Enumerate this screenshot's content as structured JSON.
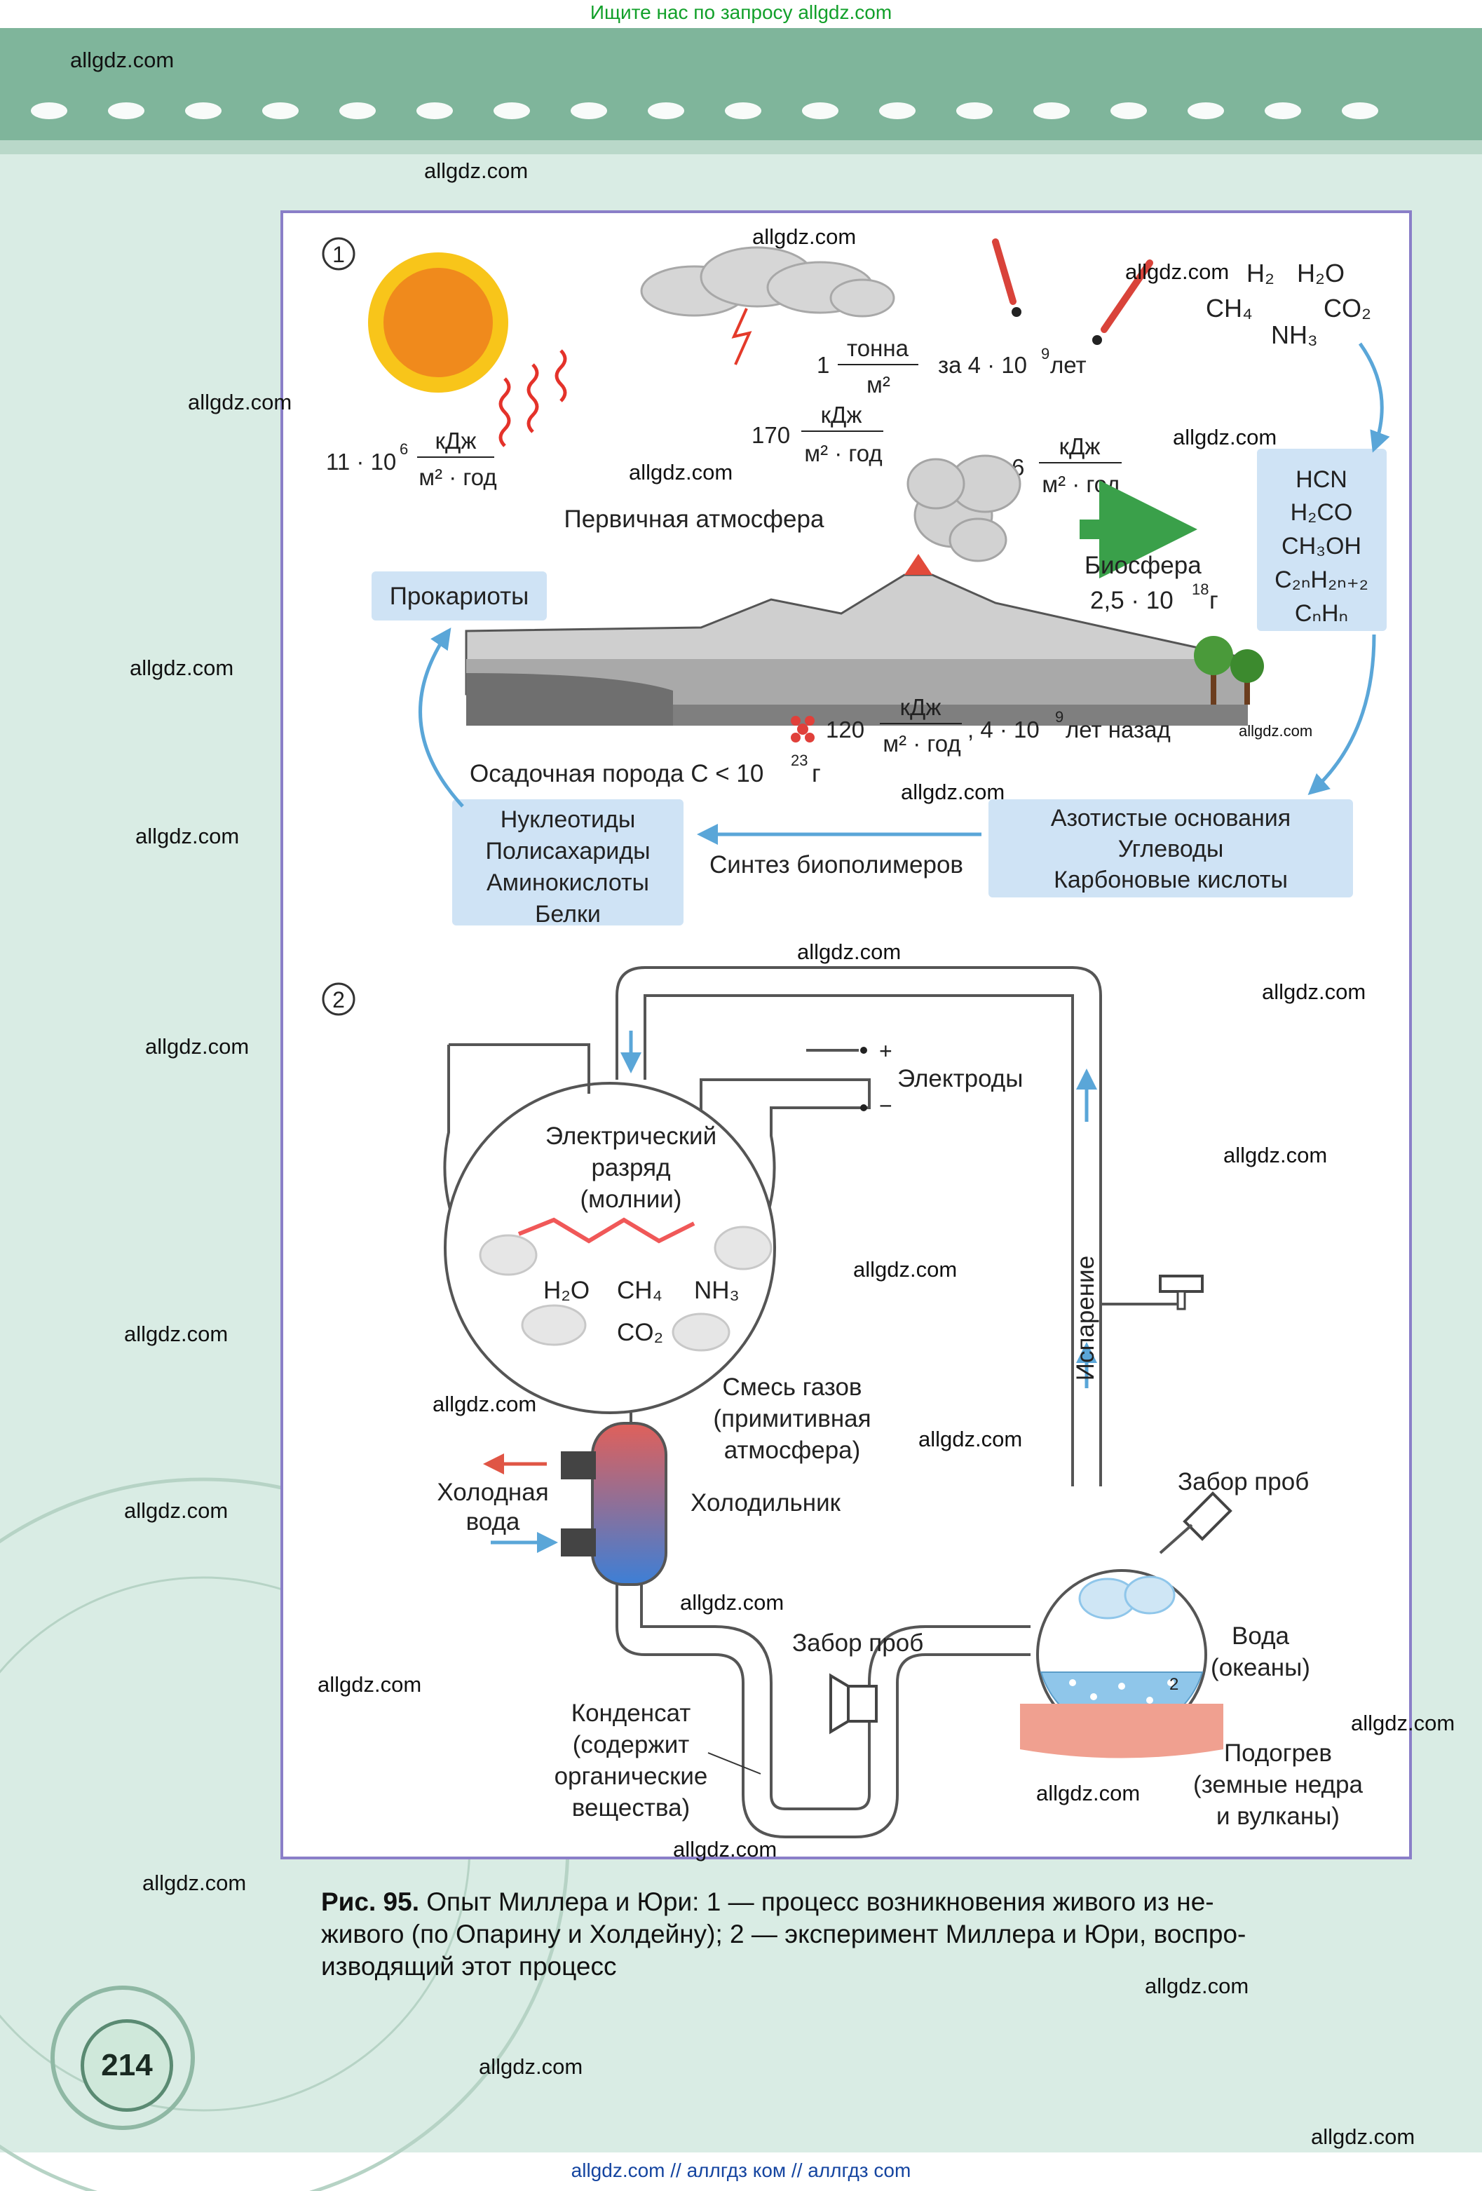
{
  "site_banner": "Ищите нас по запросу allgdz.com",
  "bottom_banner": "allgdz.com // аллгдз ком // аллгдз com",
  "page_number": "214",
  "watermark": "allgdz.com",
  "watermarks": [
    "allgdz.com",
    "allgdz.com",
    "allgdz.com",
    "allgdz.com",
    "allgdz.com",
    "allgdz.com",
    "allgdz.com",
    "allgdz.com",
    "allgdz.com",
    "allgdz.com",
    "allgdz.com",
    "allgdz.com",
    "allgdz.com",
    "allgdz.com",
    "allgdz.com",
    "allgdz.com",
    "allgdz.com",
    "allgdz.com",
    "allgdz.com",
    "allgdz.com",
    "allgdz.com",
    "allgdz.com",
    "allgdz.com",
    "allgdz.com",
    "allgdz.com",
    "allgdz.com",
    "allgdz.com",
    "allgdz.com",
    "allgdz.com",
    "allgdz.com"
  ],
  "colors": {
    "header_band": "#7fb59b",
    "page_bg": "#d9ece4",
    "frame": "#8a7fc8",
    "box_fill": "#cfe3f5",
    "arrow_blue": "#5aa6d8",
    "arrow_green": "#3aa04a",
    "sun": "#f08a1c",
    "discharge": "#f06060",
    "heater": "#f0a090",
    "text": "#1a1a1a"
  },
  "panel1": {
    "marker": "1",
    "sun_flux": {
      "coef": "11 · 10",
      "exp": "6",
      "numerator": "кДж",
      "denominator": "м² · год"
    },
    "lightning_flux": {
      "coef": "170",
      "numerator": "кДж",
      "denominator": "м² · год"
    },
    "meteor_mass": {
      "coef": "1",
      "numerator": "тонна",
      "denominator": "м²",
      "suffix": "за 4 · 10",
      "suffix_exp": "9",
      "suffix_tail": " лет"
    },
    "volcano_flux": {
      "coef": "6",
      "numerator": "кДж",
      "denominator": "м² · год"
    },
    "primary_atmosphere": "Первичная атмосфера",
    "prokaryotes": "Прокариоты",
    "gases": [
      "H₂",
      "H₂O",
      "CH₄",
      "CO₂",
      "NH₃"
    ],
    "organics_box": [
      "HCN",
      "H₂CO",
      "CH₃OH",
      "C₂ₙH₂ₙ₊₂",
      "CₙHₙ"
    ],
    "biosphere": "Биосфера",
    "biosphere_mass_coef": "2,5 · 10",
    "biosphere_mass_exp": "18",
    "biosphere_mass_unit": " г",
    "ocean_flux": {
      "coef": "120",
      "numerator": "кДж",
      "denominator": "м² · год",
      "suffix": ", 4 · 10",
      "suffix_exp": "9",
      "suffix_tail": " лет назад"
    },
    "sediment_text": "Осадочная порода C < 10",
    "sediment_exp": "23",
    "sediment_unit": " г",
    "biopolymers_box": [
      "Нуклеотиды",
      "Полисахариды",
      "Аминокислоты",
      "Белки"
    ],
    "monomers_box": [
      "Азотистые основания",
      "Углеводы",
      "Карбоновые кислоты"
    ],
    "synthesis": "Синтез биополимеров"
  },
  "panel2": {
    "marker": "2",
    "electrodes": "Электроды",
    "plus": "+",
    "minus": "−",
    "discharge": [
      "Электрический",
      "разряд",
      "(молнии)"
    ],
    "gases": [
      "H₂O",
      "CH₄",
      "NH₃",
      "CO₂"
    ],
    "gas_mix": [
      "Смесь газов",
      "(примитивная",
      "атмосфера)"
    ],
    "cold_water": [
      "Холодная",
      "вода"
    ],
    "cooler": "Холодильник",
    "evaporation": "Испарение",
    "sampling_top": "Забор проб",
    "sampling_bottom": "Забор проб",
    "water": [
      "Вода",
      "(океаны)"
    ],
    "water_index": "2",
    "condensate": [
      "Конденсат",
      "(содержит",
      "органические",
      "вещества)"
    ],
    "heating": [
      "Подогрев",
      "(земные недра",
      "и вулканы)"
    ]
  },
  "caption": {
    "label": "Рис. 95.",
    "line1": " Опыт Миллера и Юри: 1 — процесс возникновения живого из не-",
    "line2": "живого (по Опарину и Холдейну); 2 — эксперимент Миллера и Юри, воспро-",
    "line3": "изводящий этот процесс"
  }
}
